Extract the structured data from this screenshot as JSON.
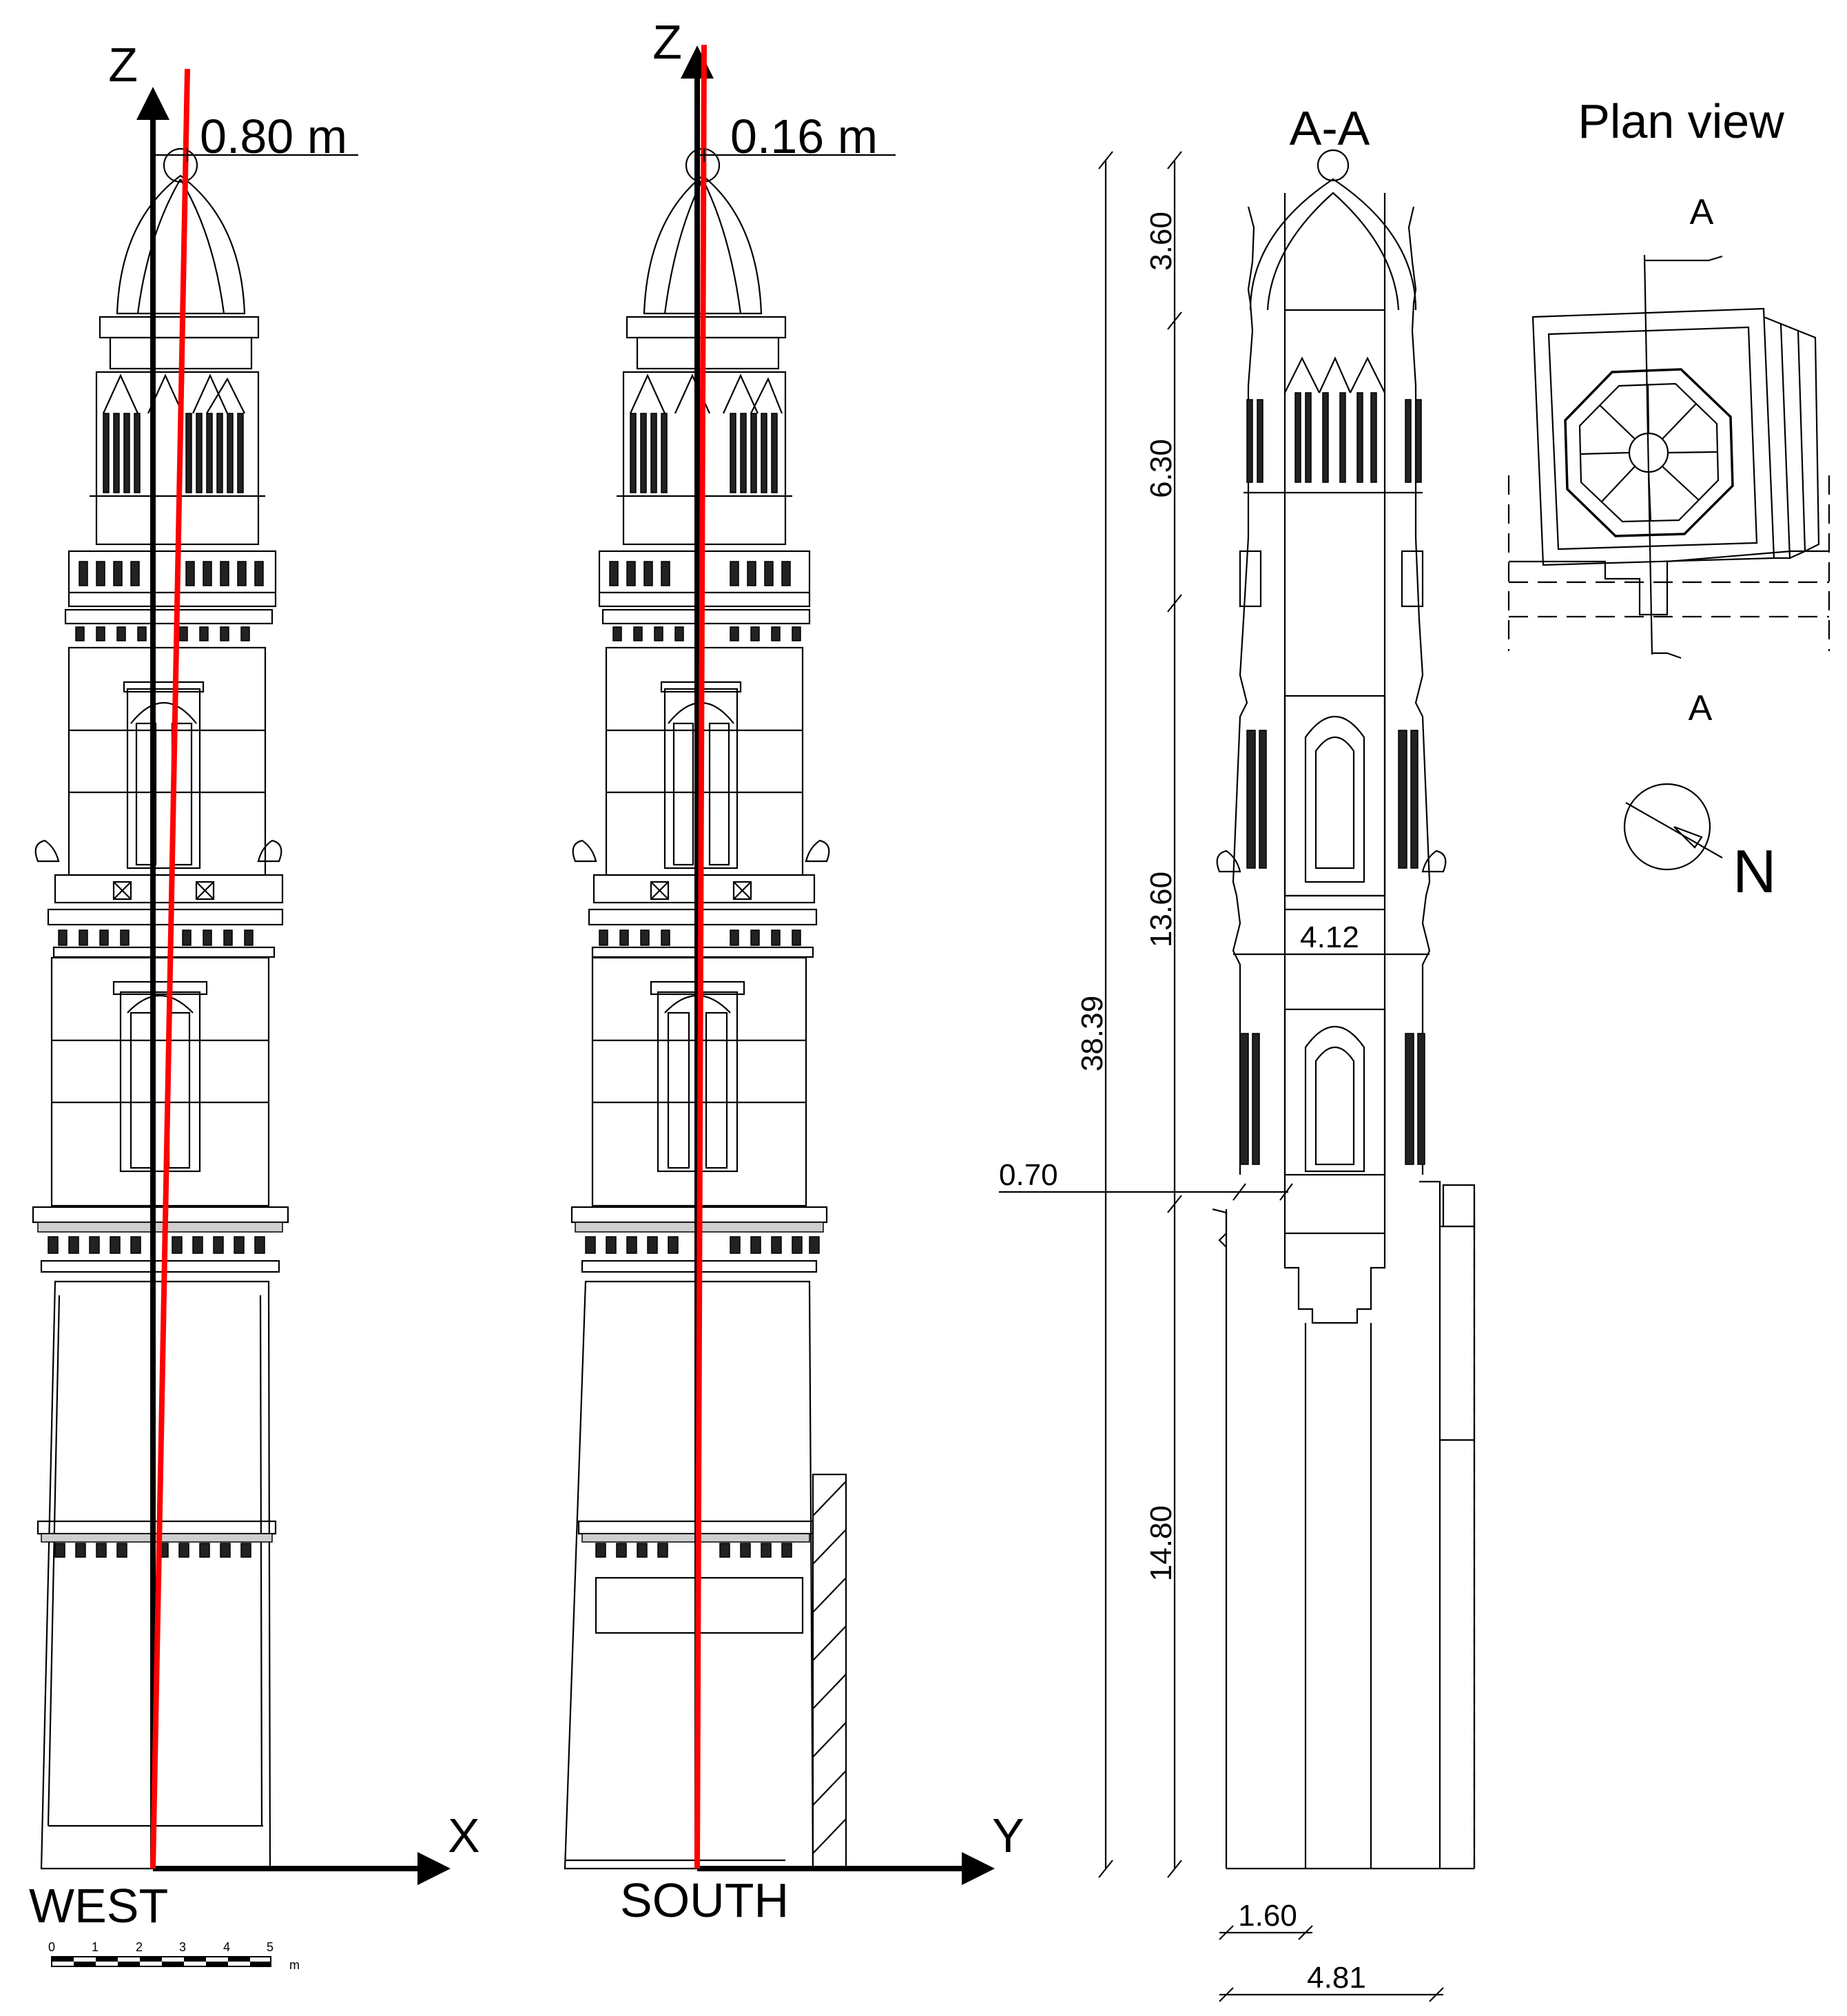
{
  "views": {
    "west": {
      "title": "WEST",
      "axis_vertical": "Z",
      "axis_horizontal": "X",
      "tilt_label": "0.80 m"
    },
    "south": {
      "title": "SOUTH",
      "axis_vertical": "Z",
      "axis_horizontal": "Y",
      "tilt_label": "0.16 m"
    },
    "section": {
      "title": "A-A",
      "dims": {
        "total": "38.39",
        "top": "3.60",
        "upper": "6.30",
        "middle": "13.60",
        "base": "14.80",
        "width_inner": "4.12",
        "wall": "0.70",
        "base_inner": "1.60",
        "base_total": "4.81"
      }
    },
    "plan": {
      "title": "Plan view",
      "cut_top": "A",
      "cut_bottom": "A",
      "north": "N"
    }
  },
  "scale_bar": {
    "ticks": [
      "0",
      "1",
      "2",
      "3",
      "4",
      "5"
    ],
    "unit": "m"
  },
  "colors": {
    "line": "#000000",
    "tilt_axis": "#ff0000",
    "background": "#ffffff"
  }
}
